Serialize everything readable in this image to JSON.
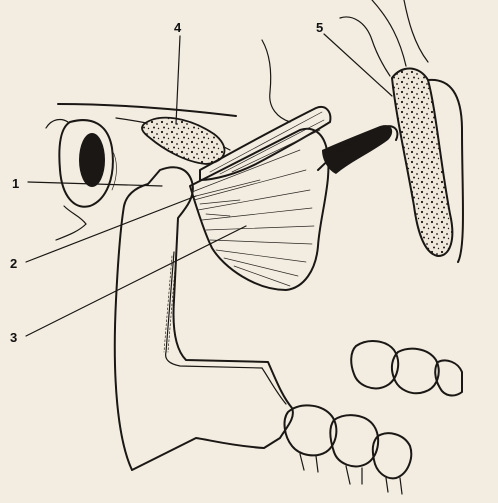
{
  "labels": [
    "1",
    "2",
    "3",
    "4",
    "5"
  ],
  "colors": {
    "ink": "#1a1714",
    "paper": "#f3ede1",
    "bone": "#efe8da"
  }
}
